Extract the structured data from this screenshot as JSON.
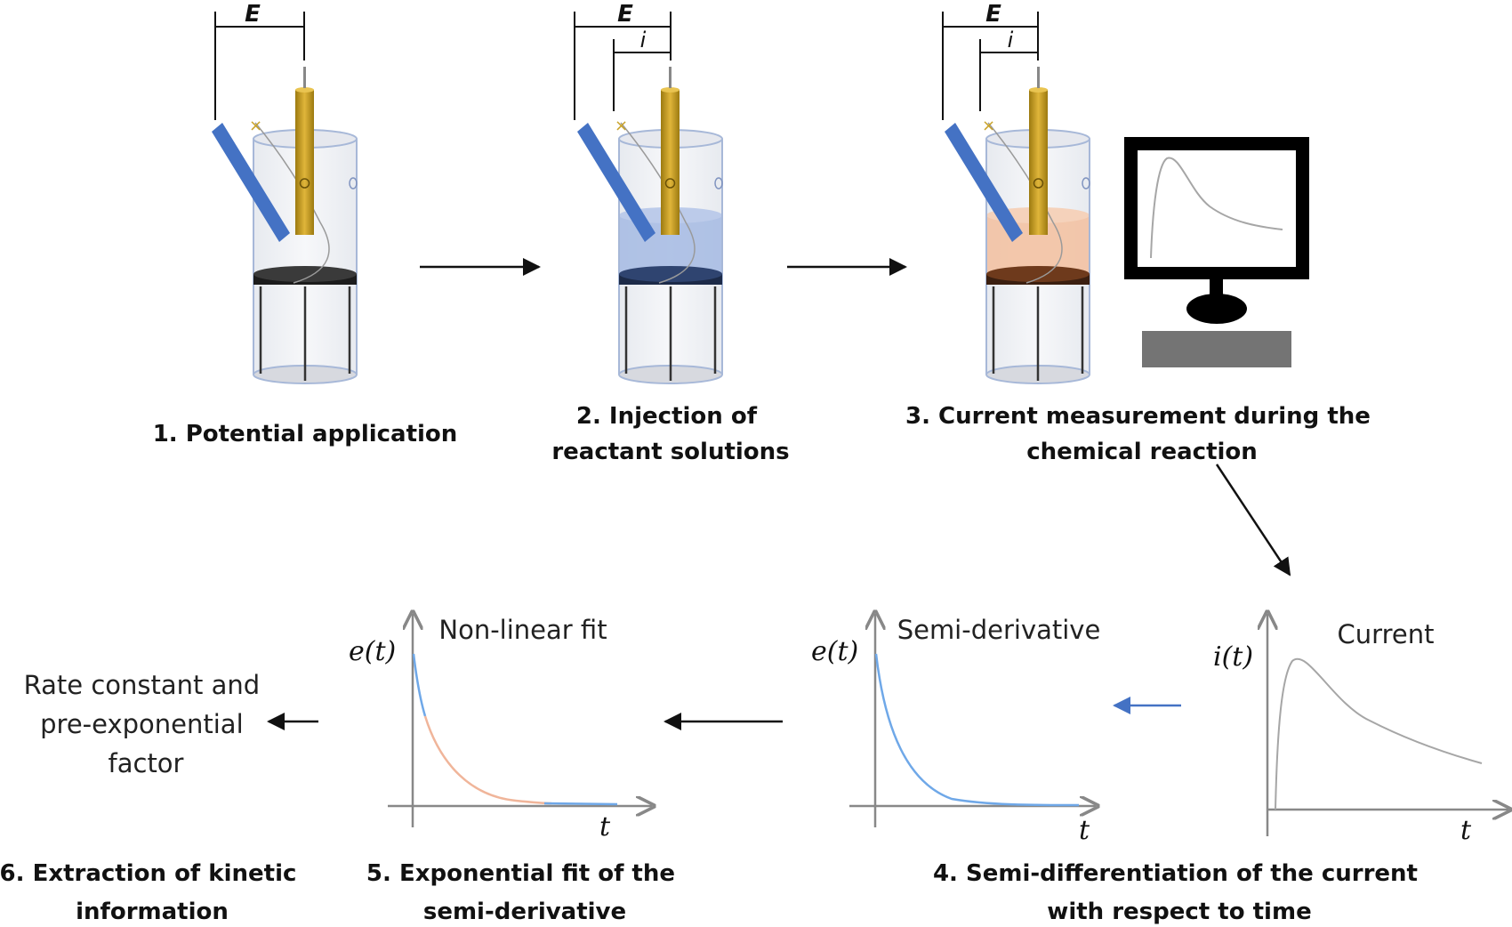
{
  "labels": {
    "potential": "E",
    "current": "i"
  },
  "steps": [
    {
      "lines": [
        "1. Potential application"
      ]
    },
    {
      "lines": [
        "2. Injection of",
        "reactant solutions"
      ]
    },
    {
      "lines": [
        "3. Current measurement during the",
        "chemical reaction"
      ]
    },
    {
      "lines": [
        "4. Semi-differentiation of the current",
        "with respect to time"
      ]
    },
    {
      "lines": [
        "5. Exponential fit of the",
        "semi-derivative"
      ]
    },
    {
      "lines": [
        "6. Extraction of kinetic",
        "information"
      ]
    }
  ],
  "plots": {
    "current": {
      "title": "Current",
      "ylabel": "i(t)",
      "xlabel": "t"
    },
    "semi_derivative": {
      "title": "Semi-derivative",
      "ylabel": "e(t)",
      "xlabel": "t"
    },
    "fit": {
      "title": "Non-linear fit",
      "ylabel": "e(t)",
      "xlabel": "t"
    }
  },
  "result": {
    "lines": [
      "Rate constant and",
      "pre-exponential",
      "factor"
    ]
  },
  "colors": {
    "counter_electrode": "#4472c4",
    "working_electrode": "#c9a227",
    "reactant_solution": "#a9bde3",
    "reacting_solution": "#f2c4a6",
    "semi_derivative_curve": "#6fa8e8",
    "fit_curve": "#f0b59a",
    "current_curve": "#a6a6a6"
  }
}
